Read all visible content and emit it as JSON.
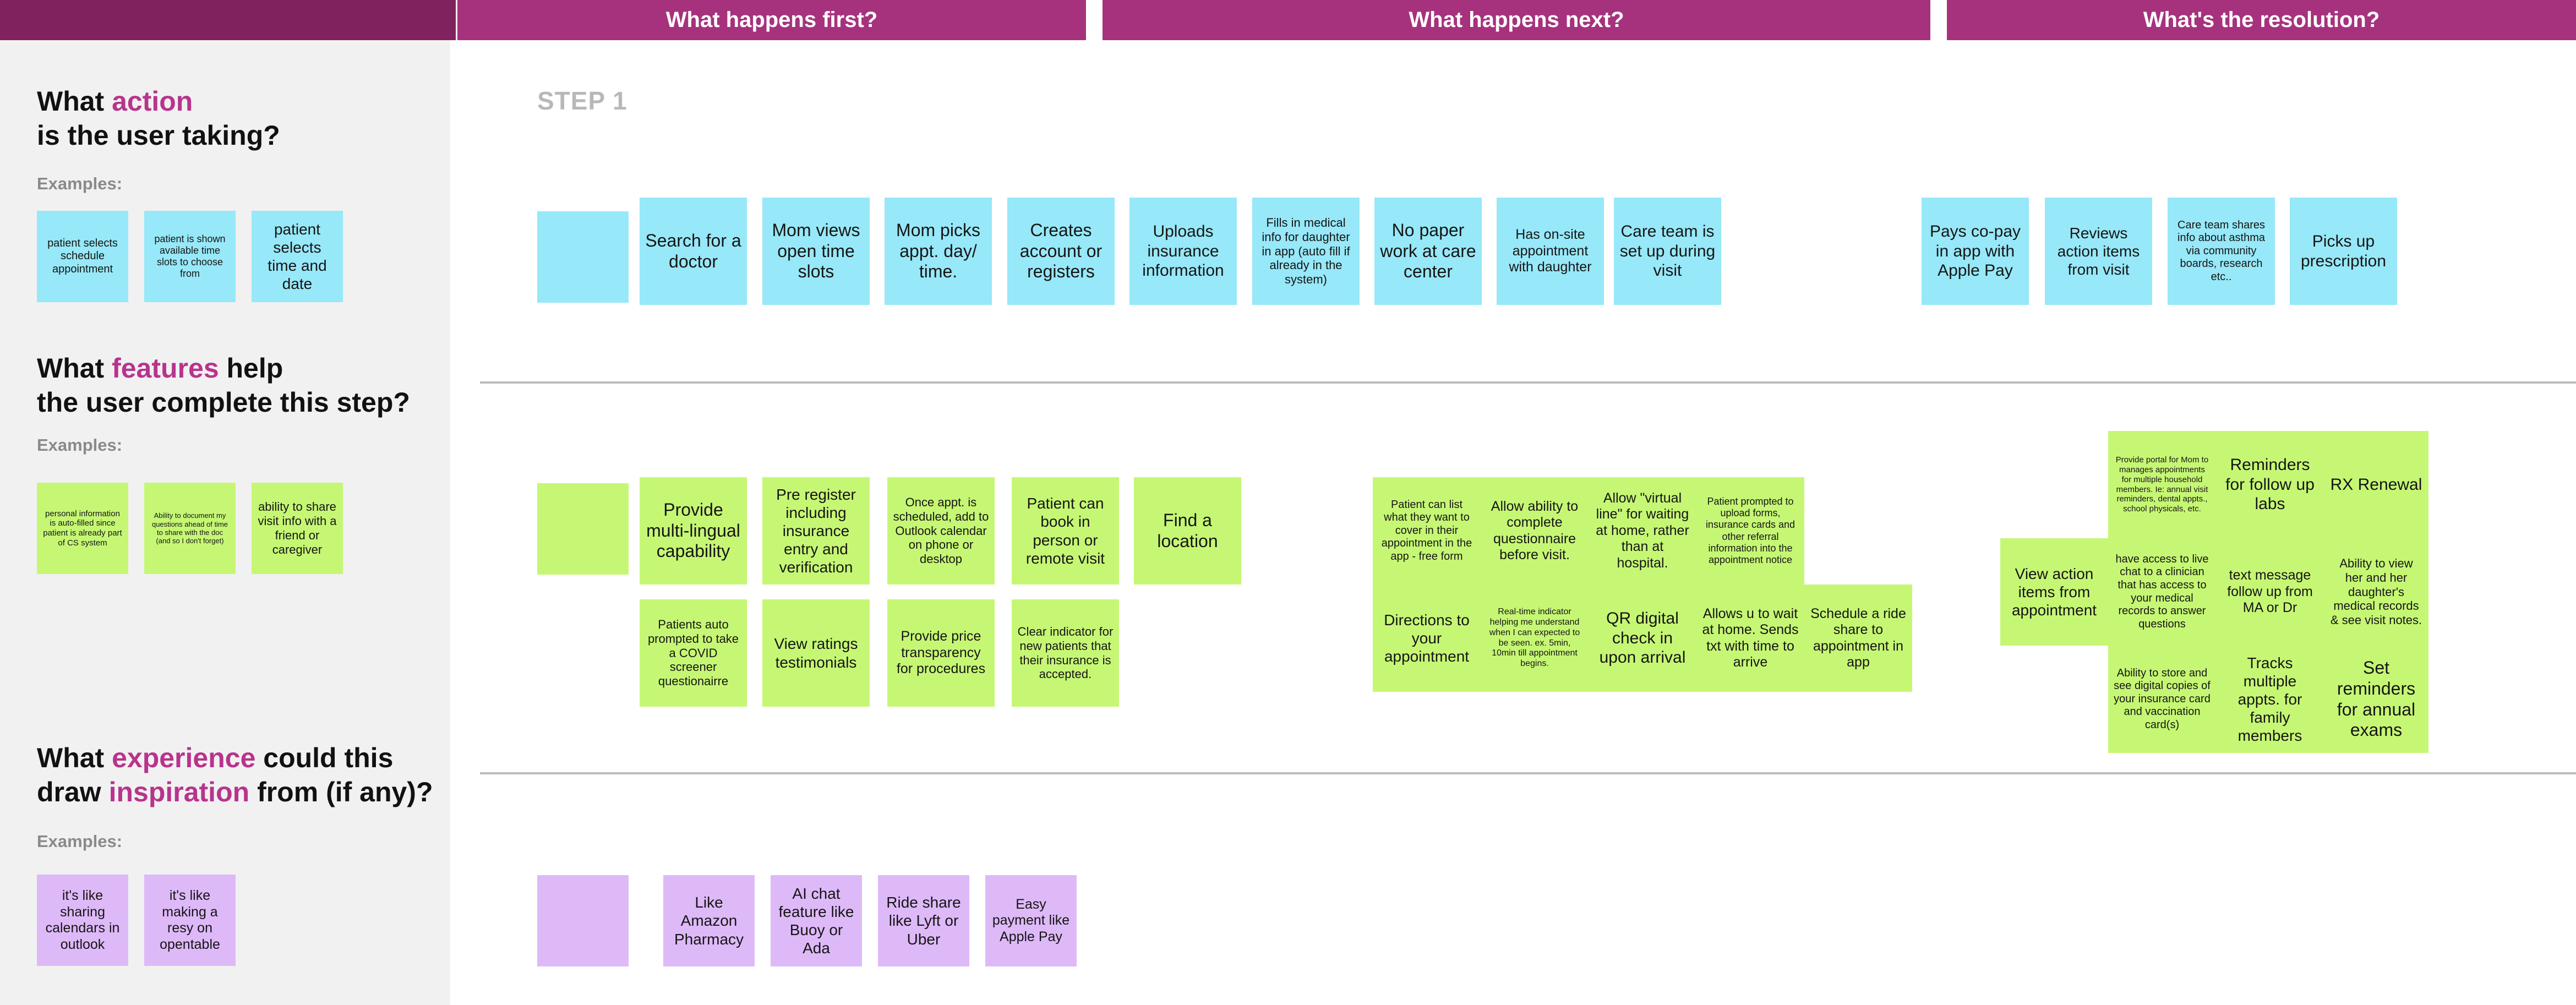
{
  "headers": {
    "first": "What happens first?",
    "next": "What happens next?",
    "resolution": "What's the resolution?"
  },
  "step_label": "STEP 1",
  "examples_label": "Examples:",
  "questions": {
    "action": {
      "pre": "What ",
      "hl": "action",
      "post": "is the user taking?"
    },
    "features": {
      "pre": "What ",
      "hl": "features",
      "post1": " help",
      "line2": "the user complete this step?"
    },
    "experience": {
      "pre": "What ",
      "hl1": "experience",
      "post1": " could this",
      "line2pre": "draw ",
      "hl2": "inspiration",
      "line2post": " from (if any)?"
    }
  },
  "examples": {
    "action": [
      "patient selects schedule appointment",
      "patient is shown available time slots to choose from",
      "patient selects time and date"
    ],
    "features": [
      "personal information is auto-filled since patient is already part of CS system",
      "Ability to document my questions ahead of time to share with the doc (and so I don't forget)",
      "ability to share visit info with a friend or caregiver"
    ],
    "experience": [
      "it's like sharing calendars in outlook",
      "it's like making a resy on opentable"
    ]
  },
  "actions_first": [
    "",
    "Search for a doctor",
    "Mom views open time slots",
    "Mom picks appt. day/ time.",
    "Creates account or registers",
    "Uploads insurance information",
    "Fills in medical info for daughter in app (auto fill if already in the system)",
    "No paper work at care center",
    "Has on-site appointment with daughter",
    "Care team is set up during visit"
  ],
  "actions_resolution": [
    "Pays co-pay in app with Apple Pay",
    "Reviews action items from visit",
    "Care team shares info about asthma via community boards, research etc..",
    "Picks up prescription"
  ],
  "features_first": [
    "",
    "Provide multi-lingual capability",
    "Pre register including insurance entry and verification",
    "Once appt. is scheduled, add to Outlook calendar on phone or desktop",
    "Patient can book in person or remote visit",
    "Find a location",
    "Patients auto prompted to take a COVID screener questionairre",
    "View ratings testimonials",
    "Provide price transparency for procedures",
    "Clear indicator for new patients that their insurance is accepted."
  ],
  "features_next": [
    "Patient can list what they want to cover in their appointment in the app - free form",
    "Allow ability to complete questionnaire before visit.",
    "Allow \"virtual line\" for waiting at home, rather than at hospital.",
    "Patient prompted to upload forms, insurance cards and other referral information into the appointment notice",
    "Directions to your appointment",
    "Real-time indicator helping me understand when I can expected to be seen. ex. 5min, 10min till appointment begins.",
    "QR digital check in upon arrival",
    "Allows u to wait at home. Sends txt with time to arrive",
    "Schedule a ride share to appointment in app"
  ],
  "features_resolution": [
    "Provide portal for Mom to manages appointments for multiple household members. Ie: annual visit reminders, dental appts., school physicals, etc.",
    "Reminders for follow up labs",
    "RX Renewal",
    "View action items from appointment",
    "have access to live chat  to a clinician that has access to your medical records  to answer questions",
    "text message follow up from MA or Dr",
    "Ability to view her and her daughter's medical records & see visit notes.",
    "Ability to store and see digital copies of your insurance card and vaccination card(s)",
    "Tracks multiple appts. for family members",
    "Set reminders for annual exams"
  ],
  "inspiration": [
    "",
    "Like Amazon Pharmacy",
    "AI chat feature like Buoy or Ada",
    "Ride share like Lyft or Uber",
    "Easy payment like Apple Pay"
  ],
  "colors": {
    "header": "#a6327d",
    "header_corner": "#80225e",
    "highlight": "#b7348d",
    "blue_sticky": "#97e8f8",
    "green_sticky": "#c6f774",
    "purple_sticky": "#deb9f8"
  }
}
